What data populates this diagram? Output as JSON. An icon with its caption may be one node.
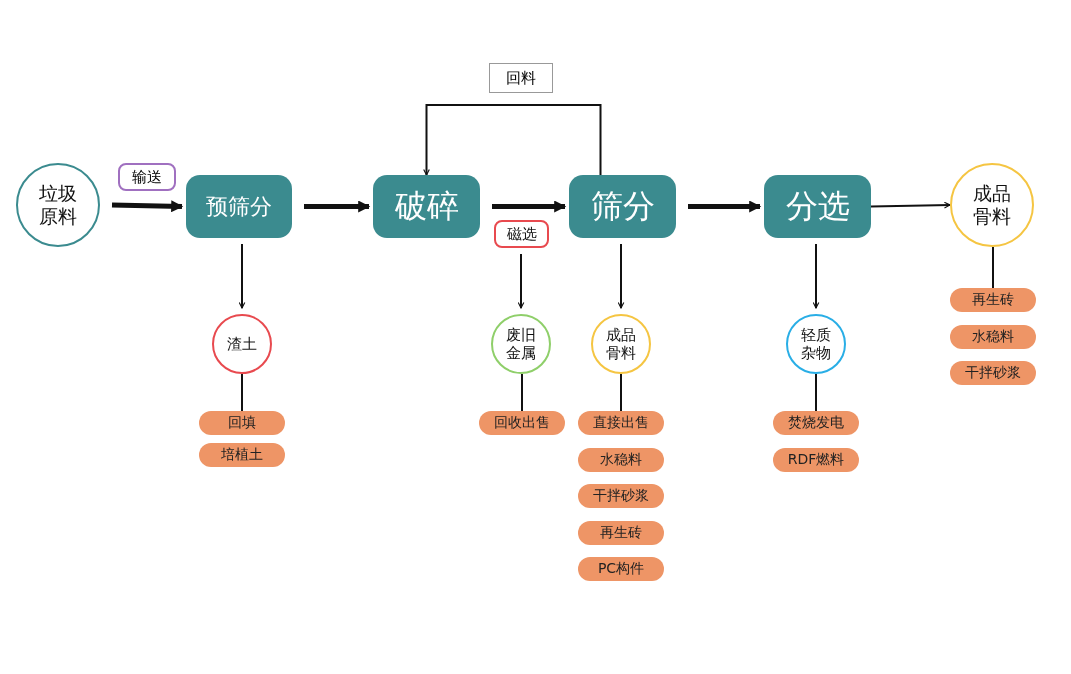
{
  "diagram": {
    "nodes": [
      {
        "text": [
          "垃圾原料"
        ]
      },
      {
        "text": [
          "预筛分"
        ]
      },
      {
        "text": [
          "破碎"
        ]
      },
      {
        "text": [
          "筛分"
        ]
      },
      {
        "text": [
          "分选"
        ]
      },
      {
        "text": [
          "成品骨料"
        ]
      },
      {
        "text": [
          "磁选"
        ]
      },
      {
        "text": [
          "渣土"
        ]
      },
      {
        "text": [
          "废旧金属"
        ]
      },
      {
        "text": [
          "成品骨料"
        ]
      },
      {
        "text": [
          "轻质杂物"
        ]
      },
      {
        "text": [
          "再生砖"
        ]
      },
      {
        "text": [
          "水稳料"
        ]
      },
      {
        "text": [
          "干拌砂浆"
        ]
      },
      {
        "text": [
          "回填"
        ]
      },
      {
        "text": [
          "培植土"
        ]
      },
      {
        "text": [
          "回收出售"
        ]
      },
      {
        "text": [
          "直接出售"
        ]
      },
      {
        "text": [
          "水稳料"
        ]
      },
      {
        "text": [
          "干拌砂浆"
        ]
      },
      {
        "text": [
          "再生砖"
        ]
      },
      {
        "text": [
          "PC构件"
        ]
      },
      {
        "text": [
          "焚烧发电"
        ]
      },
      {
        "text": [
          "RDF燃料"
        ]
      }
    ],
    "edges": [
      {
        "from": 0,
        "to": 1,
        "arrow": "to",
        "label": "输送",
        "style": "thick"
      },
      {
        "from": 1,
        "to": 2,
        "arrow": "to",
        "style": "thick"
      },
      {
        "from": 2,
        "to": 3,
        "arrow": "to",
        "style": "thick"
      },
      {
        "from": 3,
        "to": 4,
        "arrow": "to",
        "style": "thick"
      },
      {
        "from": 4,
        "to": 5,
        "arrow": "to"
      },
      {
        "from": 3,
        "to": 2,
        "arrow": "to",
        "label": "回料"
      },
      {
        "from": 1,
        "to": 7,
        "arrow": "to"
      },
      {
        "from": 6,
        "to": 8,
        "arrow": "to"
      },
      {
        "from": 3,
        "to": 9,
        "arrow": "to"
      },
      {
        "from": 4,
        "to": 10,
        "arrow": "to"
      },
      {
        "from": 5,
        "to": 11,
        "arrow": "none"
      },
      {
        "from": 7,
        "to": 14,
        "arrow": "none"
      },
      {
        "from": 8,
        "to": 16,
        "arrow": "none"
      },
      {
        "from": 9,
        "to": 17,
        "arrow": "none"
      },
      {
        "from": 10,
        "to": 22,
        "arrow": "none"
      }
    ]
  }
}
